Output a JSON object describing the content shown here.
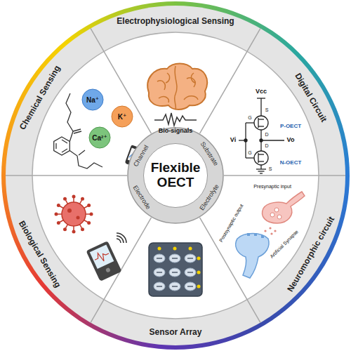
{
  "diagram": {
    "nodes": [
      {
        "text": [
          "Channel",
          "Substrate",
          "Electrolyte",
          "Electrode"
        ]
      },
      {
        "text": [
          "Flexible OECT"
        ],
        "in": 0
      },
      {
        "text": [
          "Electrophysiological Sensing"
        ]
      },
      {
        "text": [
          "Digital Circuit"
        ]
      },
      {
        "text": [
          "Neuromorphic circuit"
        ]
      },
      {
        "text": [
          "Sensor Array"
        ]
      },
      {
        "text": [
          "Biological Sensing"
        ]
      },
      {
        "text": [
          "Chemical Sensing"
        ]
      }
    ],
    "labels": [
      "Bio-signals",
      "Na⁺",
      "K⁺",
      "Ca²⁺",
      "Vcc",
      "Vi",
      "Vo",
      "G",
      "S",
      "D",
      "G",
      "D",
      "S",
      "P-OECT",
      "N-OECT",
      "Presynaptic input",
      "Postsynaptic output",
      "Artificial Synapse"
    ]
  }
}
